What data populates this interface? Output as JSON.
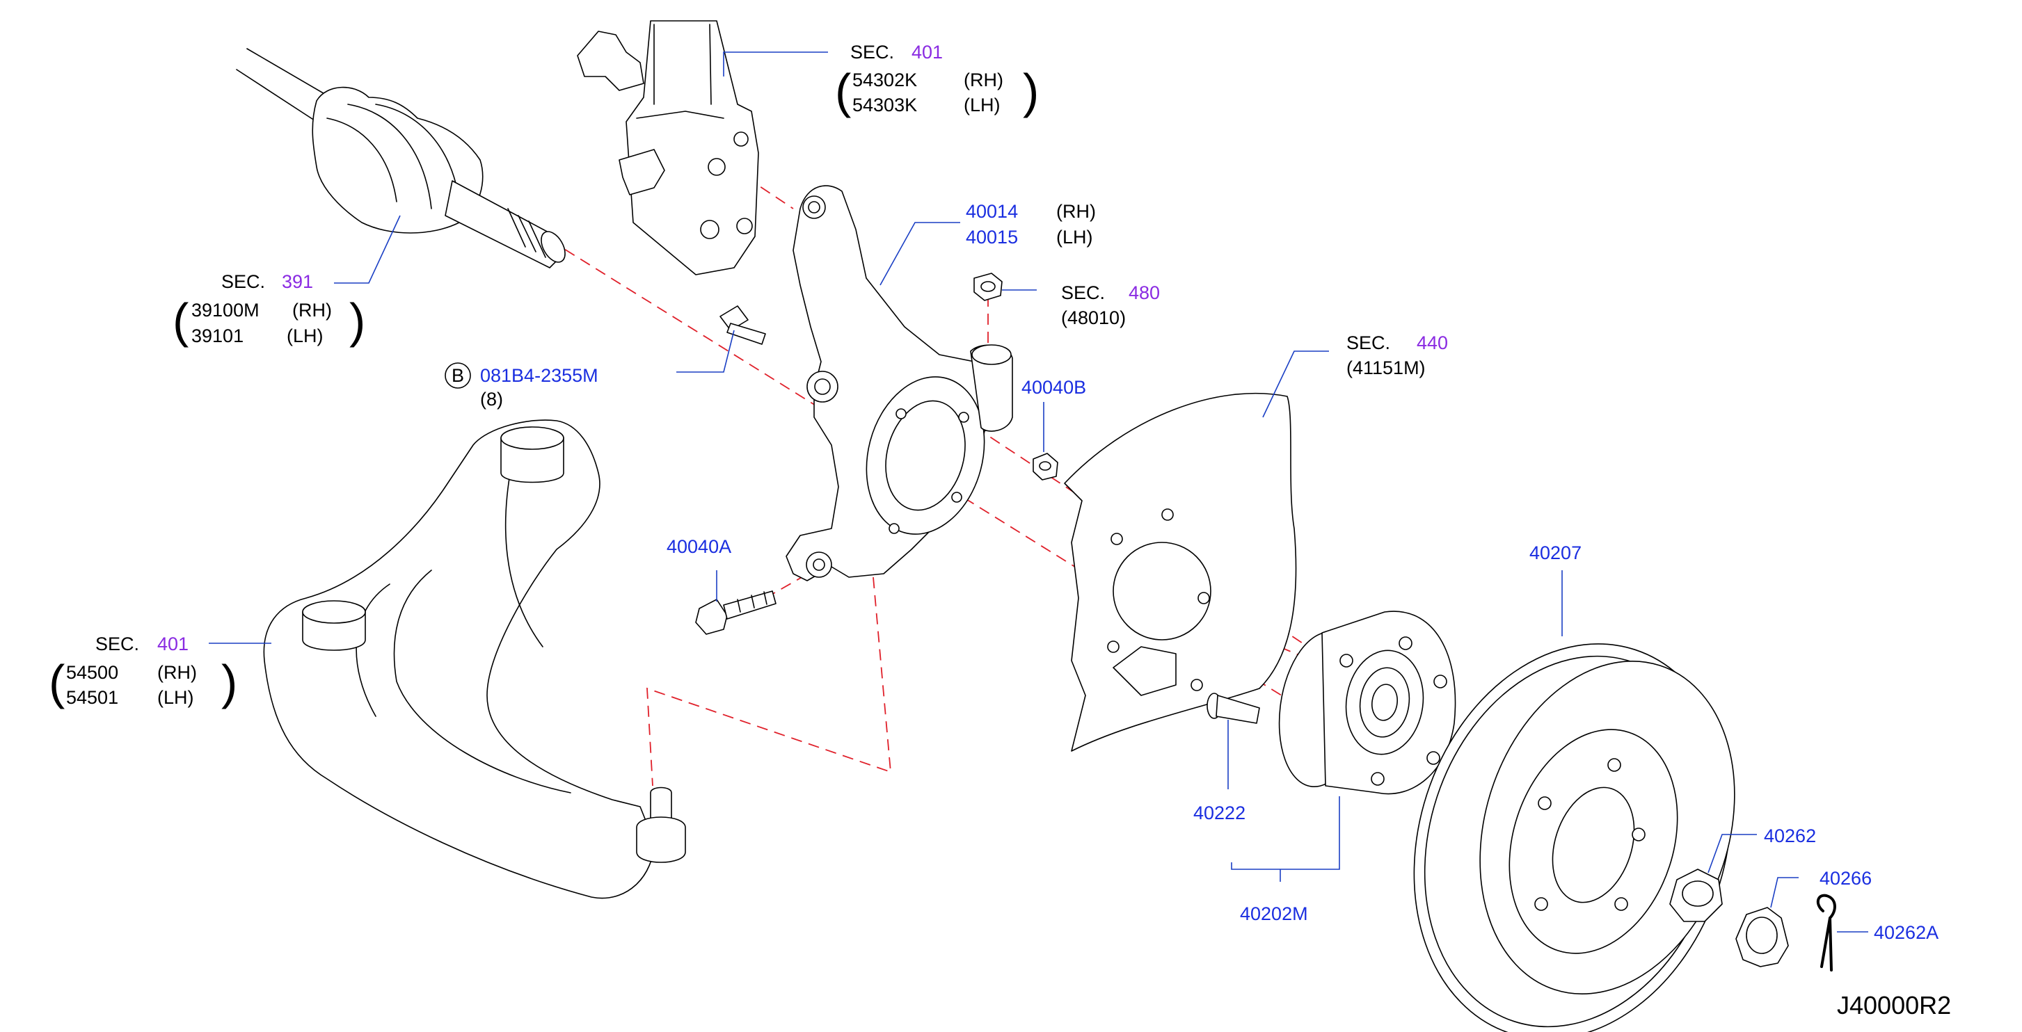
{
  "labels": {
    "strut": {
      "sec": "SEC.",
      "sec_num": "401",
      "p1": "54302K",
      "s1": "(RH)",
      "p2": "54303K",
      "s2": "(LH)"
    },
    "knuckle": {
      "p1": "40014",
      "s1": "(RH)",
      "p2": "40015",
      "s2": "(LH)"
    },
    "nut480": {
      "sec": "SEC.",
      "sec_num": "480",
      "part": "(48010)"
    },
    "driveshaft": {
      "sec": "SEC.",
      "sec_num": "391",
      "p1": "39100M",
      "s1": "(RH)",
      "p2": "39101",
      "s2": "(LH)"
    },
    "bolt": {
      "circle": "B",
      "part": "081B4-2355M",
      "qty": "(8)"
    },
    "nut40040b": {
      "part": "40040B"
    },
    "plate": {
      "sec": "SEC.",
      "sec_num": "440",
      "part": "(41151M)"
    },
    "bolt40040a": {
      "part": "40040A"
    },
    "rotor": {
      "part": "40207"
    },
    "lower_arm": {
      "sec": "SEC.",
      "sec_num": "401",
      "p1": "54500",
      "s1": "(RH)",
      "p2": "54501",
      "s2": "(LH)"
    },
    "hub_bolt": {
      "part": "40222"
    },
    "hub": {
      "part": "40202M"
    },
    "hub_nut": {
      "part": "40262"
    },
    "cap": {
      "part": "40266"
    },
    "pin": {
      "part": "40262A"
    },
    "diagram_code": "J40000R2"
  },
  "colors": {
    "part_number": "#1a2ee0",
    "section_number": "#8a2be2",
    "guide_line": "#e0202a"
  }
}
